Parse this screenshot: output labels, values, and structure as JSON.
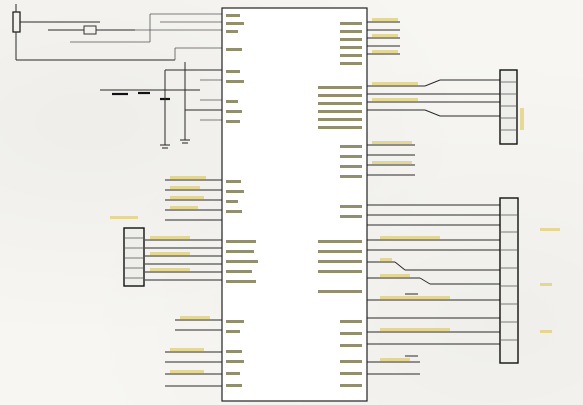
{
  "diagram": {
    "type": "circuit-schematic",
    "components": [
      {
        "id": "microcontroller",
        "kind": "ic"
      },
      {
        "id": "header-top-right",
        "kind": "connector"
      },
      {
        "id": "header-left",
        "kind": "connector"
      },
      {
        "id": "header-right-lower",
        "kind": "connector"
      },
      {
        "id": "resistor",
        "kind": "resistor"
      },
      {
        "id": "crystal",
        "kind": "crystal"
      },
      {
        "id": "capacitor-group",
        "kind": "capacitor"
      }
    ]
  },
  "colors": {
    "paper": "#f7f6f2",
    "ink": "#2a2a2a",
    "label_tint": "#d8c24a"
  }
}
